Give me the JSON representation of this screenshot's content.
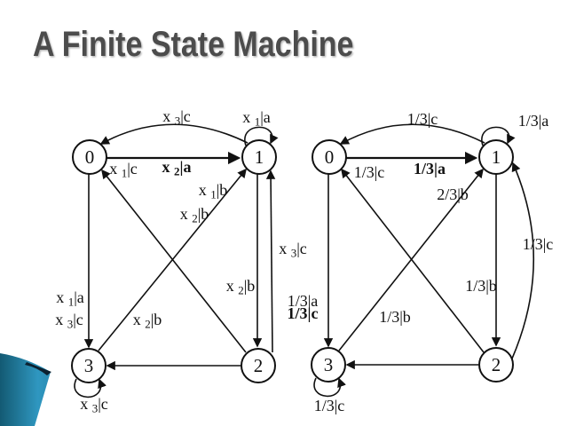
{
  "title": "A Finite State Machine",
  "colors": {
    "ink": "#111111",
    "title_gray": "#4c4c4c",
    "corner_teal_dark": "#135a73",
    "corner_teal_light": "#2f97c0",
    "corner_edge_dark": "#0c2130"
  },
  "left_machine": {
    "description": "state diagram with input|output transition labels",
    "nodes": {
      "n0": "0",
      "n1": "1",
      "n2": "2",
      "n3": "3"
    },
    "labels": {
      "arc_1_0": "x _3|c",
      "loop_1": "x _1|a",
      "edge_0_1_first": "x _1|c",
      "edge_0_1_second": "x _2|a",
      "edge_3_1_first": "x _1|b",
      "edge_3_1_second": "x _2|b",
      "edge_2_1": "x _3|c",
      "edge_1_2": "x _2|b",
      "edge_0_3_first": "x _1|a",
      "edge_0_3_second": "x _3|c",
      "edge_2_0": "x _2|b",
      "loop_3": "x _3|c"
    },
    "edges": [
      {
        "from": "0",
        "to": "1",
        "label": "x1|c , x2|a"
      },
      {
        "from": "1",
        "to": "0",
        "label": "x3|c"
      },
      {
        "from": "1",
        "to": "1",
        "label": "x1|a"
      },
      {
        "from": "0",
        "to": "3",
        "label": "x1|a , x3|c"
      },
      {
        "from": "3",
        "to": "1",
        "label": "x1|b , x2|b"
      },
      {
        "from": "2",
        "to": "0",
        "label": "x2|b"
      },
      {
        "from": "1",
        "to": "2",
        "label": "x2|b"
      },
      {
        "from": "2",
        "to": "1",
        "label": "x3|c"
      },
      {
        "from": "2",
        "to": "3",
        "label": ""
      },
      {
        "from": "3",
        "to": "3",
        "label": "x3|c"
      }
    ]
  },
  "right_machine": {
    "description": "state diagram with probability|output transition labels",
    "nodes": {
      "n0": "0",
      "n1": "1",
      "n2": "2",
      "n3": "3"
    },
    "labels": {
      "arc_1_0": "1/3|c",
      "loop_1": "1/3|a",
      "edge_0_1_first": "1/3|c",
      "edge_0_1_second": "1/3|a",
      "edge_3_1": "2/3|b",
      "edge_2_1": "1/3|c",
      "edge_1_2": "1/3|b",
      "edge_0_3_first": "1/3|a",
      "edge_0_3_second": "1/3|c",
      "edge_2_0": "1/3|b",
      "loop_3": "1/3|c"
    },
    "edges": [
      {
        "from": "0",
        "to": "1",
        "label": "1/3|c , 1/3|a"
      },
      {
        "from": "1",
        "to": "0",
        "label": "1/3|c"
      },
      {
        "from": "1",
        "to": "1",
        "label": "1/3|a"
      },
      {
        "from": "0",
        "to": "3",
        "label": "1/3|a , 1/3|c"
      },
      {
        "from": "3",
        "to": "1",
        "label": "2/3|b"
      },
      {
        "from": "2",
        "to": "0",
        "label": "1/3|b"
      },
      {
        "from": "1",
        "to": "2",
        "label": "1/3|b"
      },
      {
        "from": "2",
        "to": "1",
        "label": "1/3|c"
      },
      {
        "from": "2",
        "to": "3",
        "label": ""
      },
      {
        "from": "3",
        "to": "3",
        "label": "1/3|c"
      }
    ]
  }
}
